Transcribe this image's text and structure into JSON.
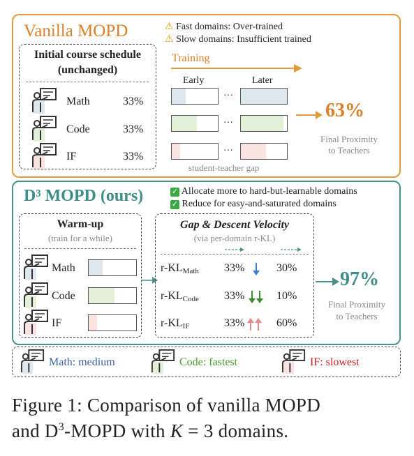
{
  "colors": {
    "vanilla_border": "#e39a3c",
    "d3_border": "#4a8f88",
    "orange_text": "#d9822b",
    "teal_text": "#3f8d86",
    "math_fill": "#dde7ee",
    "code_fill": "#e4efd7",
    "if_fill": "#f9e2df",
    "arrow_down_blue": "#3a7fd5",
    "arrow_down_green": "#3a8a2e",
    "arrow_up_red": "#e88a8a",
    "code_text_green": "#4a9a2e",
    "if_text_red": "#c81e1e",
    "math_text_blue": "#3a5fa0"
  },
  "vanilla": {
    "title": "Vanilla MOPD",
    "warnings": [
      "Fast domains: Over-trained",
      "Slow domains: Insufficient trained"
    ],
    "schedule_title_line1": "Initial course schedule",
    "schedule_title_line2": "(unchanged)",
    "domains": [
      {
        "name": "Math",
        "pct": "33%"
      },
      {
        "name": "Code",
        "pct": "33%"
      },
      {
        "name": "IF",
        "pct": "33%"
      }
    ],
    "training_label": "Training",
    "early_label": "Early",
    "later_label": "Later",
    "ellipsis": "···",
    "gap_label": "student-teacher gap",
    "result": "63%",
    "result_caption_line1": "Final Proximity",
    "result_caption_line2": "to Teachers",
    "early_fill": [
      0.3,
      0.55,
      0.18
    ],
    "later_fill": [
      1.0,
      0.92,
      0.55
    ]
  },
  "d3": {
    "title": "D³ MOPD (ours)",
    "checks": [
      "Allocate more to hard-but-learnable domains",
      "Reduce for easy-and-saturated domains"
    ],
    "warmup_title": "Warm-up",
    "warmup_sub": "(train for a while)",
    "warmup_domains": [
      {
        "name": "Math",
        "fill": 0.3
      },
      {
        "name": "Code",
        "fill": 0.55
      },
      {
        "name": "IF",
        "fill": 0.18
      }
    ],
    "gap_title": "Gap & Descent Velocity",
    "gap_sub": "(via per-domain r-KL)",
    "rkl_prefix": "r-KL",
    "rows": [
      {
        "sub": "Math",
        "before": "33%",
        "after": "30%"
      },
      {
        "sub": "Code",
        "before": "33%",
        "after": "10%"
      },
      {
        "sub": "IF",
        "before": "33%",
        "after": "60%"
      }
    ],
    "result": "97%",
    "result_caption_line1": "Final Proximity",
    "result_caption_line2": "to Teachers"
  },
  "legend": {
    "math": "Math: medium",
    "code": "Code: fastest",
    "if": "IF: slowest"
  },
  "caption": {
    "prefix": "Figure 1:  Comparison of vanilla MOPD",
    "line2_a": "and D",
    "line2_sup": "3",
    "line2_b": "-MOPD with ",
    "line2_k": "K",
    "line2_c": " = 3 domains."
  }
}
